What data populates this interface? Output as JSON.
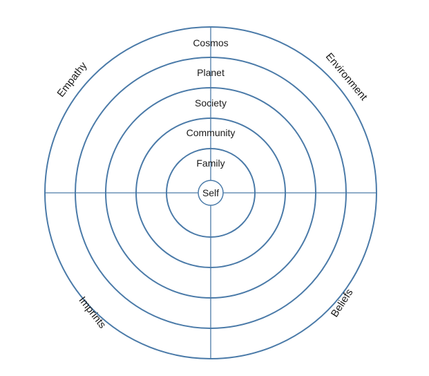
{
  "diagram": {
    "rings": [
      "Self",
      "Family",
      "Community",
      "Society",
      "Planet",
      "Cosmos"
    ],
    "quadrants": {
      "top_left": "Empathy",
      "top_right": "Environment",
      "bottom_left": "Imprints",
      "bottom_right": "Beliefs"
    },
    "colors": {
      "stroke": "#4a7aa8",
      "text": "#1a1a1a",
      "background": "#ffffff"
    }
  }
}
